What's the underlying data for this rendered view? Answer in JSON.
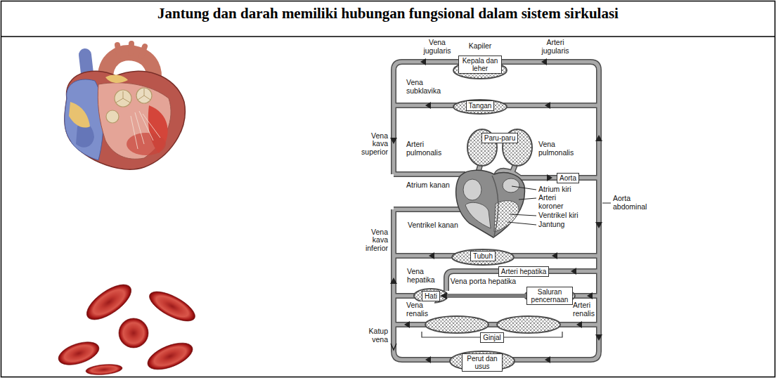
{
  "diagram": {
    "title": "Jantung dan darah memiliki hubungan fungsional dalam sistem sirkulasi",
    "nodes": [
      {
        "text": [
          "Kepala dan leher"
        ]
      },
      {
        "text": [
          "Tangan"
        ]
      },
      {
        "text": [
          "Paru-paru"
        ]
      },
      {
        "text": [
          "Aorta"
        ]
      },
      {
        "text": [
          "Tubuh"
        ]
      },
      {
        "text": [
          "Arteri hepatika"
        ]
      },
      {
        "text": [
          "Hati"
        ]
      },
      {
        "text": [
          "Saluran pencernaan"
        ]
      },
      {
        "text": [
          "Ginjal"
        ]
      },
      {
        "text": [
          "Perut dan usus"
        ]
      }
    ],
    "edges": [
      {
        "from": 7,
        "to": 6,
        "label": "Vena porta hepatika",
        "arrow": "to"
      }
    ],
    "labels": [
      "Vena jugularis",
      "Kapiler",
      "Arteri jugularis",
      "Vena subklavika",
      "Vena kava superior",
      "Arteri pulmonalis",
      "Vena pulmonalis",
      "Atrium kanan",
      "Atrium kiri",
      "Arteri koroner",
      "Ventrikel kiri",
      "Aorta abdominal",
      "Jantung",
      "Ventrikel kanan",
      "Vena kava inferior",
      "Vena hepatika",
      "Vena renalis",
      "Arteri renalis",
      "Katup vena"
    ]
  }
}
